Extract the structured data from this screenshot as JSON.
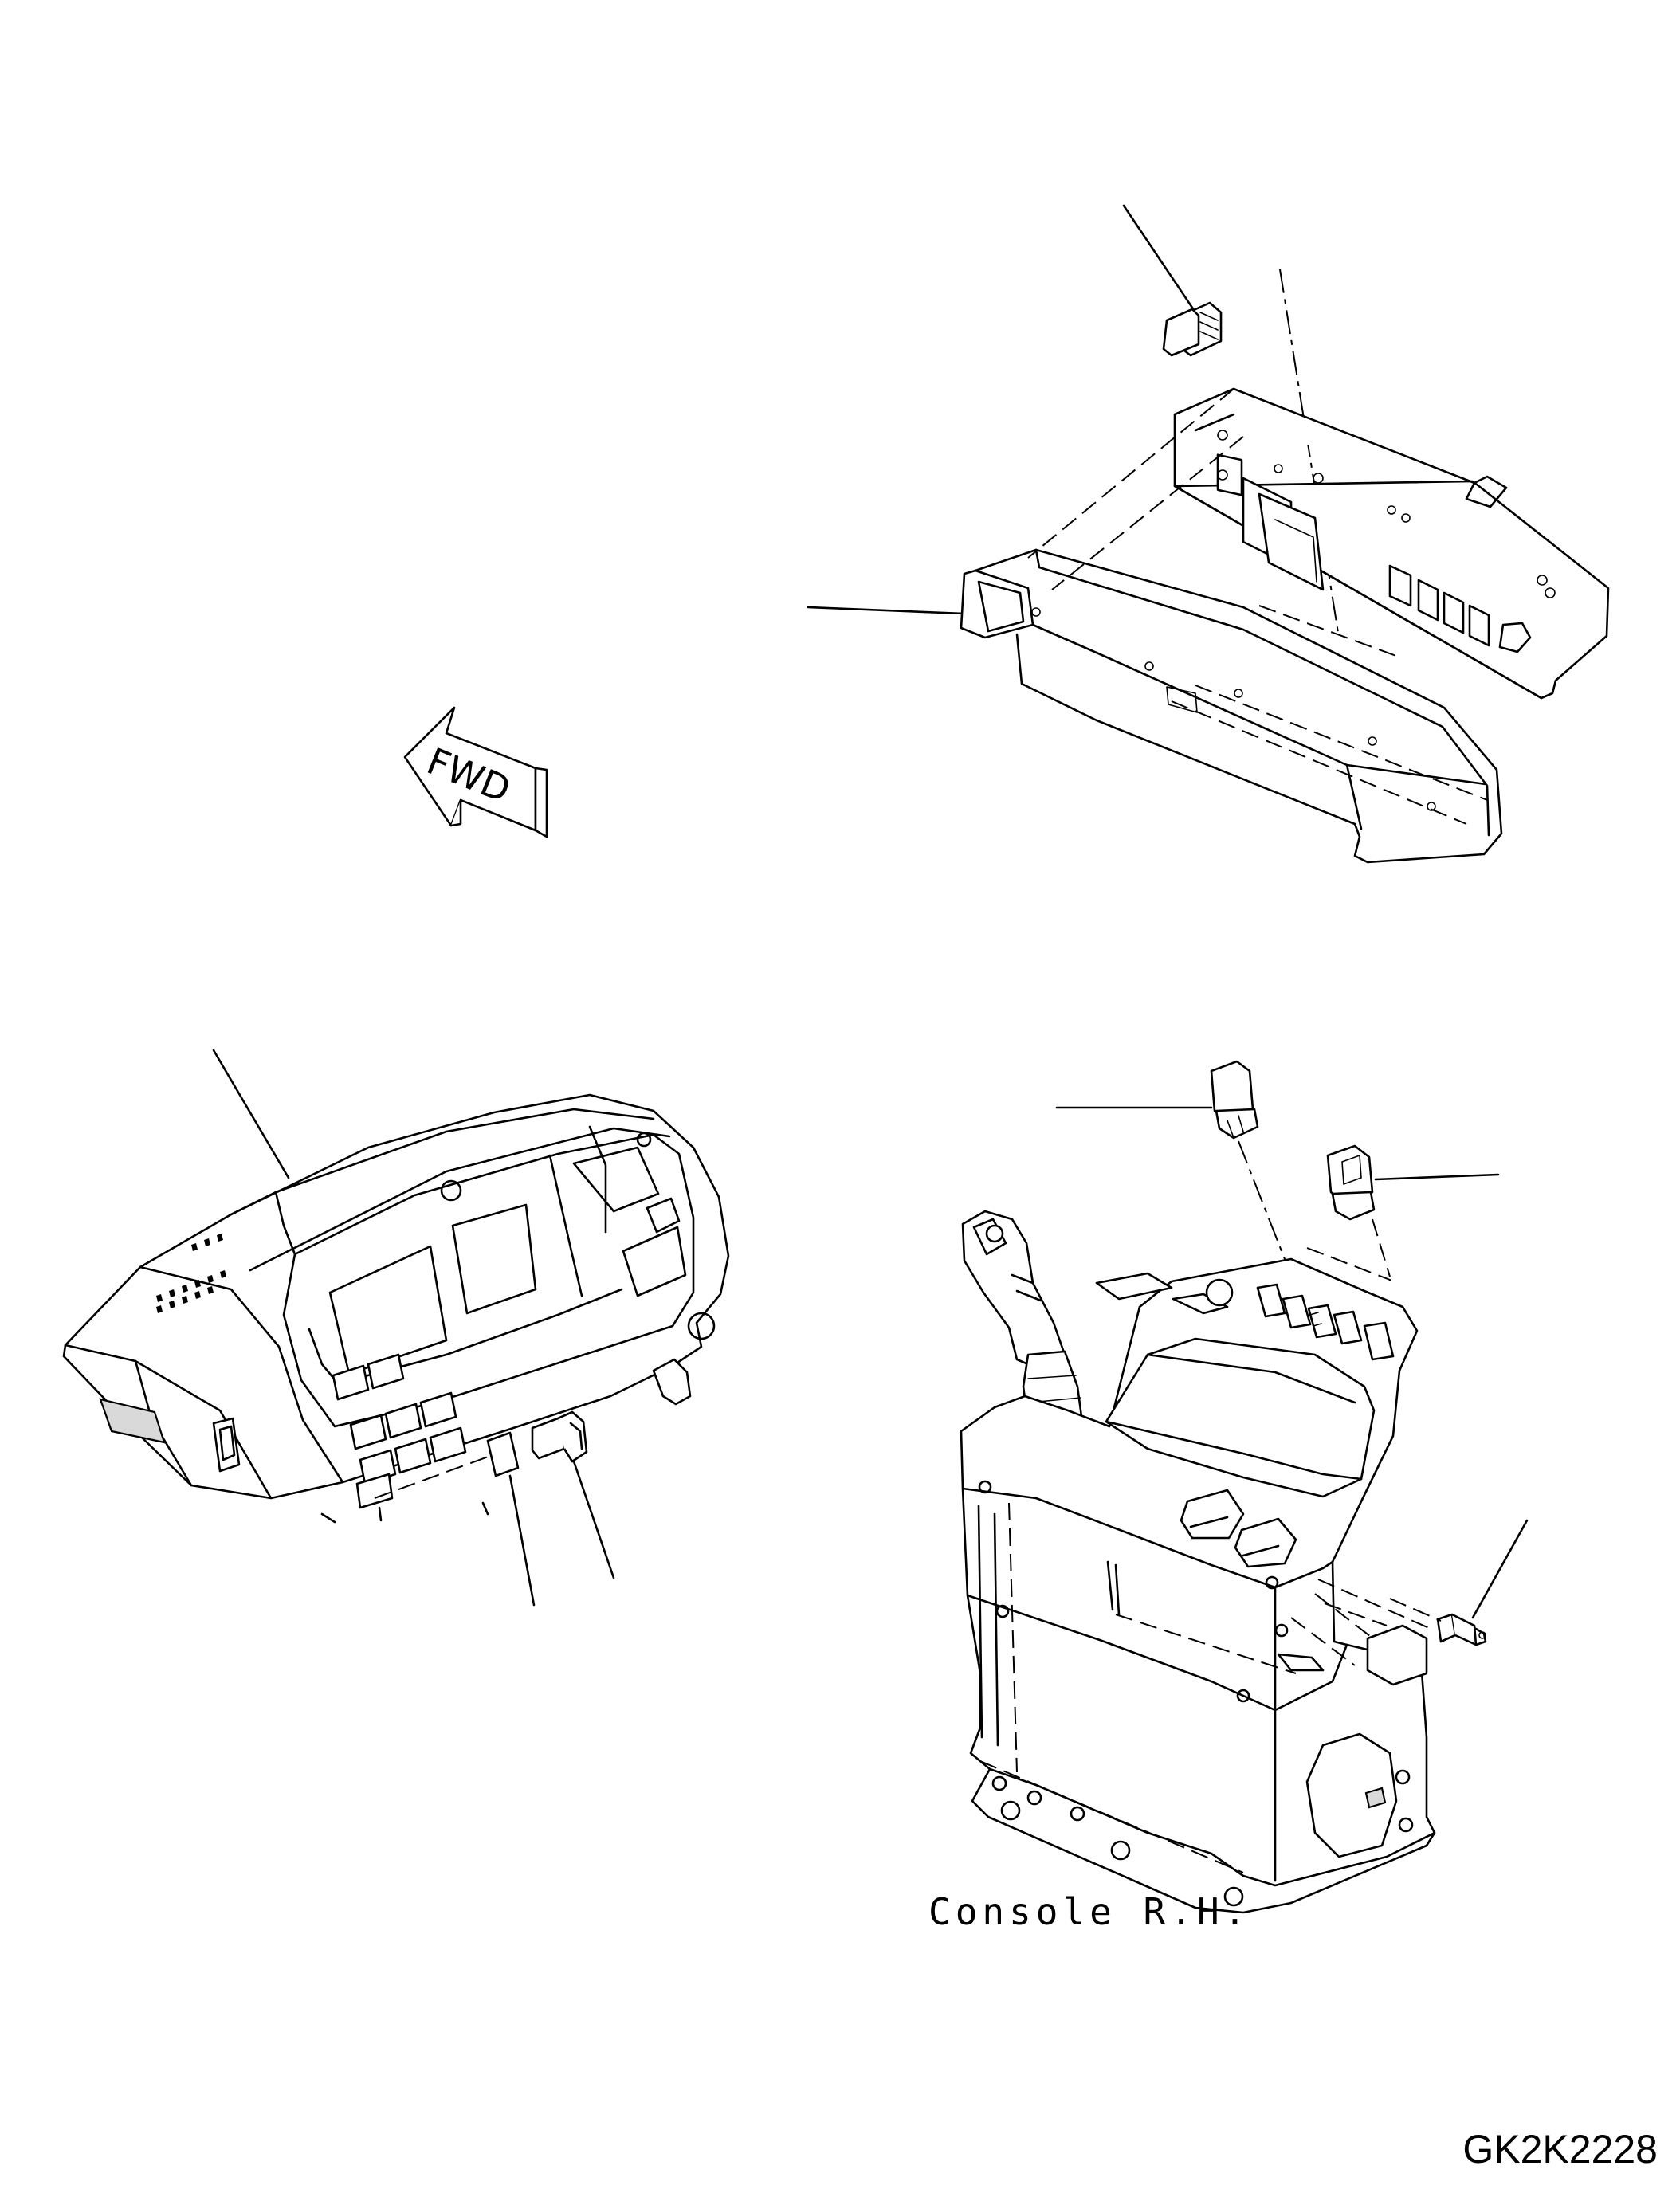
{
  "fwd_label": "FWD",
  "console_caption": "Console R.H.",
  "drawing_number": "GK2K2228"
}
